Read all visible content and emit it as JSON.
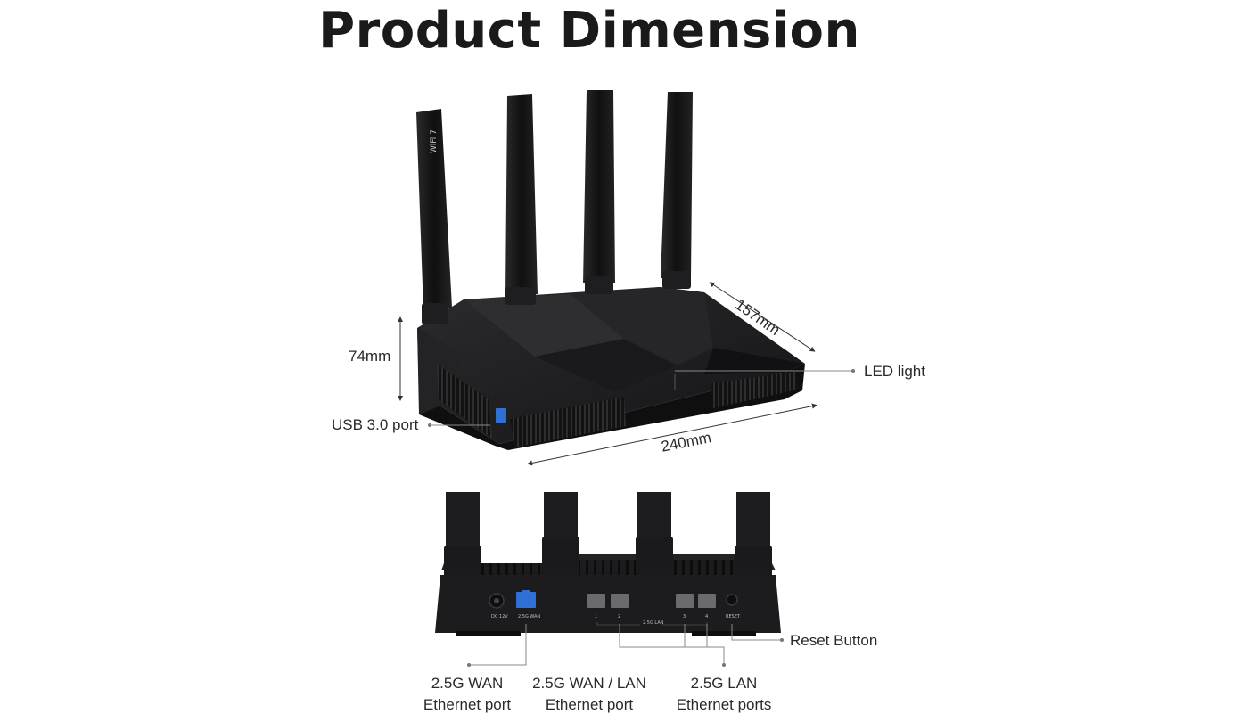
{
  "title": "Product Dimension",
  "dimensions": {
    "height": "74mm",
    "depth": "157mm",
    "width": "240mm"
  },
  "callouts": {
    "usb": "USB 3.0 port",
    "led": "LED light",
    "reset": "Reset Button",
    "wan_line1": "2.5G WAN",
    "wan_line2": "Ethernet port",
    "wanlan_line1": "2.5G WAN / LAN",
    "wanlan_line2": "Ethernet port",
    "lan_line1": "2.5G LAN",
    "lan_line2": "Ethernet ports"
  },
  "device_markings": {
    "antenna_badge": "WiFi 7",
    "port_dc": "DC 12V",
    "port_wan": "2.5G WAN",
    "port_lan": "2.5G LAN",
    "port_reset": "RESET",
    "lan1": "1",
    "lan2": "2",
    "lan3": "3",
    "lan4": "4"
  },
  "colors": {
    "router_body": "#1c1c1e",
    "wan_port": "#2f6fd6",
    "leader_line": "#8a8a8a"
  }
}
